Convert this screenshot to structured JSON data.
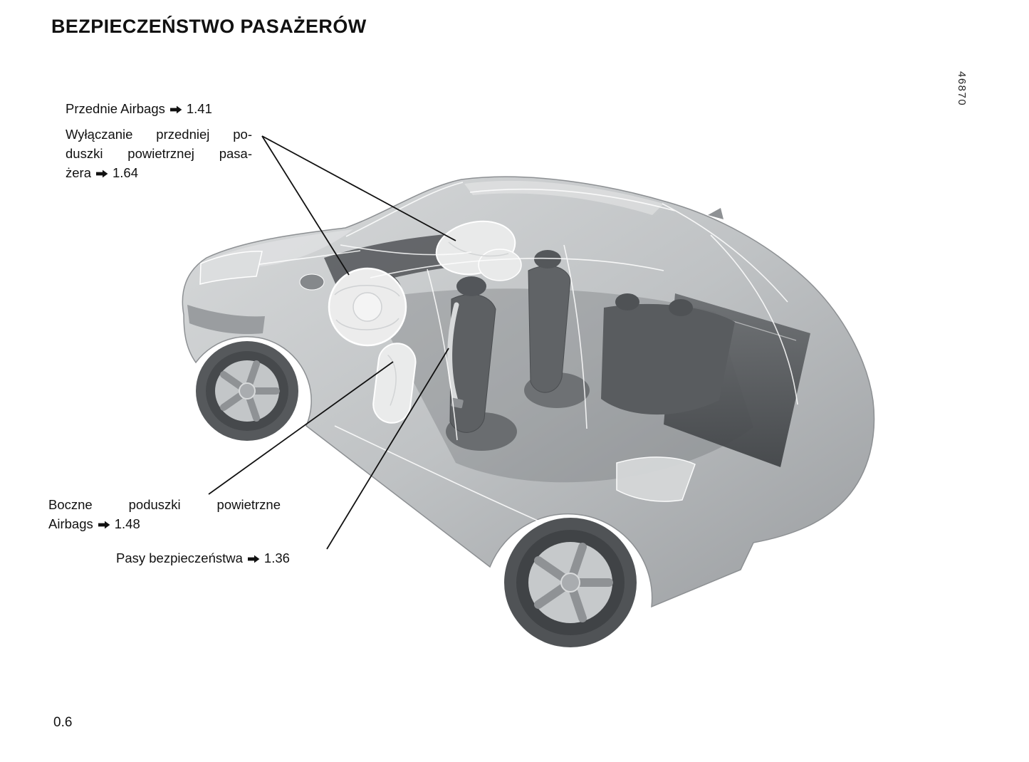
{
  "page": {
    "title": "BEZPIECZEŃSTWO PASAŻERÓW",
    "page_number": "0.6",
    "figure_ref": "46870"
  },
  "labels": {
    "front_airbags": {
      "text": "Przednie Airbags",
      "ref": "1.41"
    },
    "passenger_airbag_switch": {
      "line1": "Wyłączanie przedniej po-",
      "line2": "duszki powietrznej pasa-",
      "line3": "żera",
      "ref": "1.64"
    },
    "side_airbags": {
      "line1": "Boczne poduszki powietrzne",
      "line2": "Airbags",
      "ref": "1.48"
    },
    "seatbelts": {
      "text": "Pasy bezpieczeństwa",
      "ref": "1.36"
    }
  },
  "colors": {
    "text": "#111111",
    "car_body_silver": "#bfc2c4",
    "interior_dark": "#55585b",
    "airbag_light": "#ececec"
  }
}
